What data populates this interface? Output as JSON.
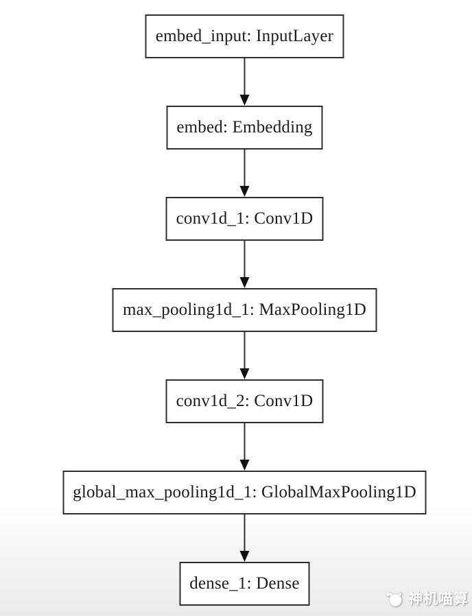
{
  "page": {
    "background_top": "#ffffff",
    "background_bottom": "#eaeaea"
  },
  "diagram": {
    "type": "keras-model-plot",
    "direction": "top-to-bottom",
    "node_border_color": "#2e2e2e",
    "node_fill": "#ffffff",
    "text_color": "#1c1c1c",
    "arrow_color": "#111111",
    "nodes": [
      {
        "id": "embed_input",
        "label": "embed_input: InputLayer"
      },
      {
        "id": "embed",
        "label": "embed: Embedding"
      },
      {
        "id": "conv1d_1",
        "label": "conv1d_1: Conv1D"
      },
      {
        "id": "max_pooling1d_1",
        "label": "max_pooling1d_1: MaxPooling1D"
      },
      {
        "id": "conv1d_2",
        "label": "conv1d_2: Conv1D"
      },
      {
        "id": "global_max_pooling1d_1",
        "label": "global_max_pooling1d_1: GlobalMaxPooling1D"
      },
      {
        "id": "dense_1",
        "label": "dense_1: Dense"
      }
    ],
    "edges": [
      {
        "from": "embed_input",
        "to": "embed"
      },
      {
        "from": "embed",
        "to": "conv1d_1"
      },
      {
        "from": "conv1d_1",
        "to": "max_pooling1d_1"
      },
      {
        "from": "max_pooling1d_1",
        "to": "conv1d_2"
      },
      {
        "from": "conv1d_2",
        "to": "global_max_pooling1d_1"
      },
      {
        "from": "global_max_pooling1d_1",
        "to": "dense_1"
      }
    ]
  },
  "watermark": {
    "text": "神机喵算",
    "icon": "cat-icon",
    "color": "#ffffff"
  }
}
